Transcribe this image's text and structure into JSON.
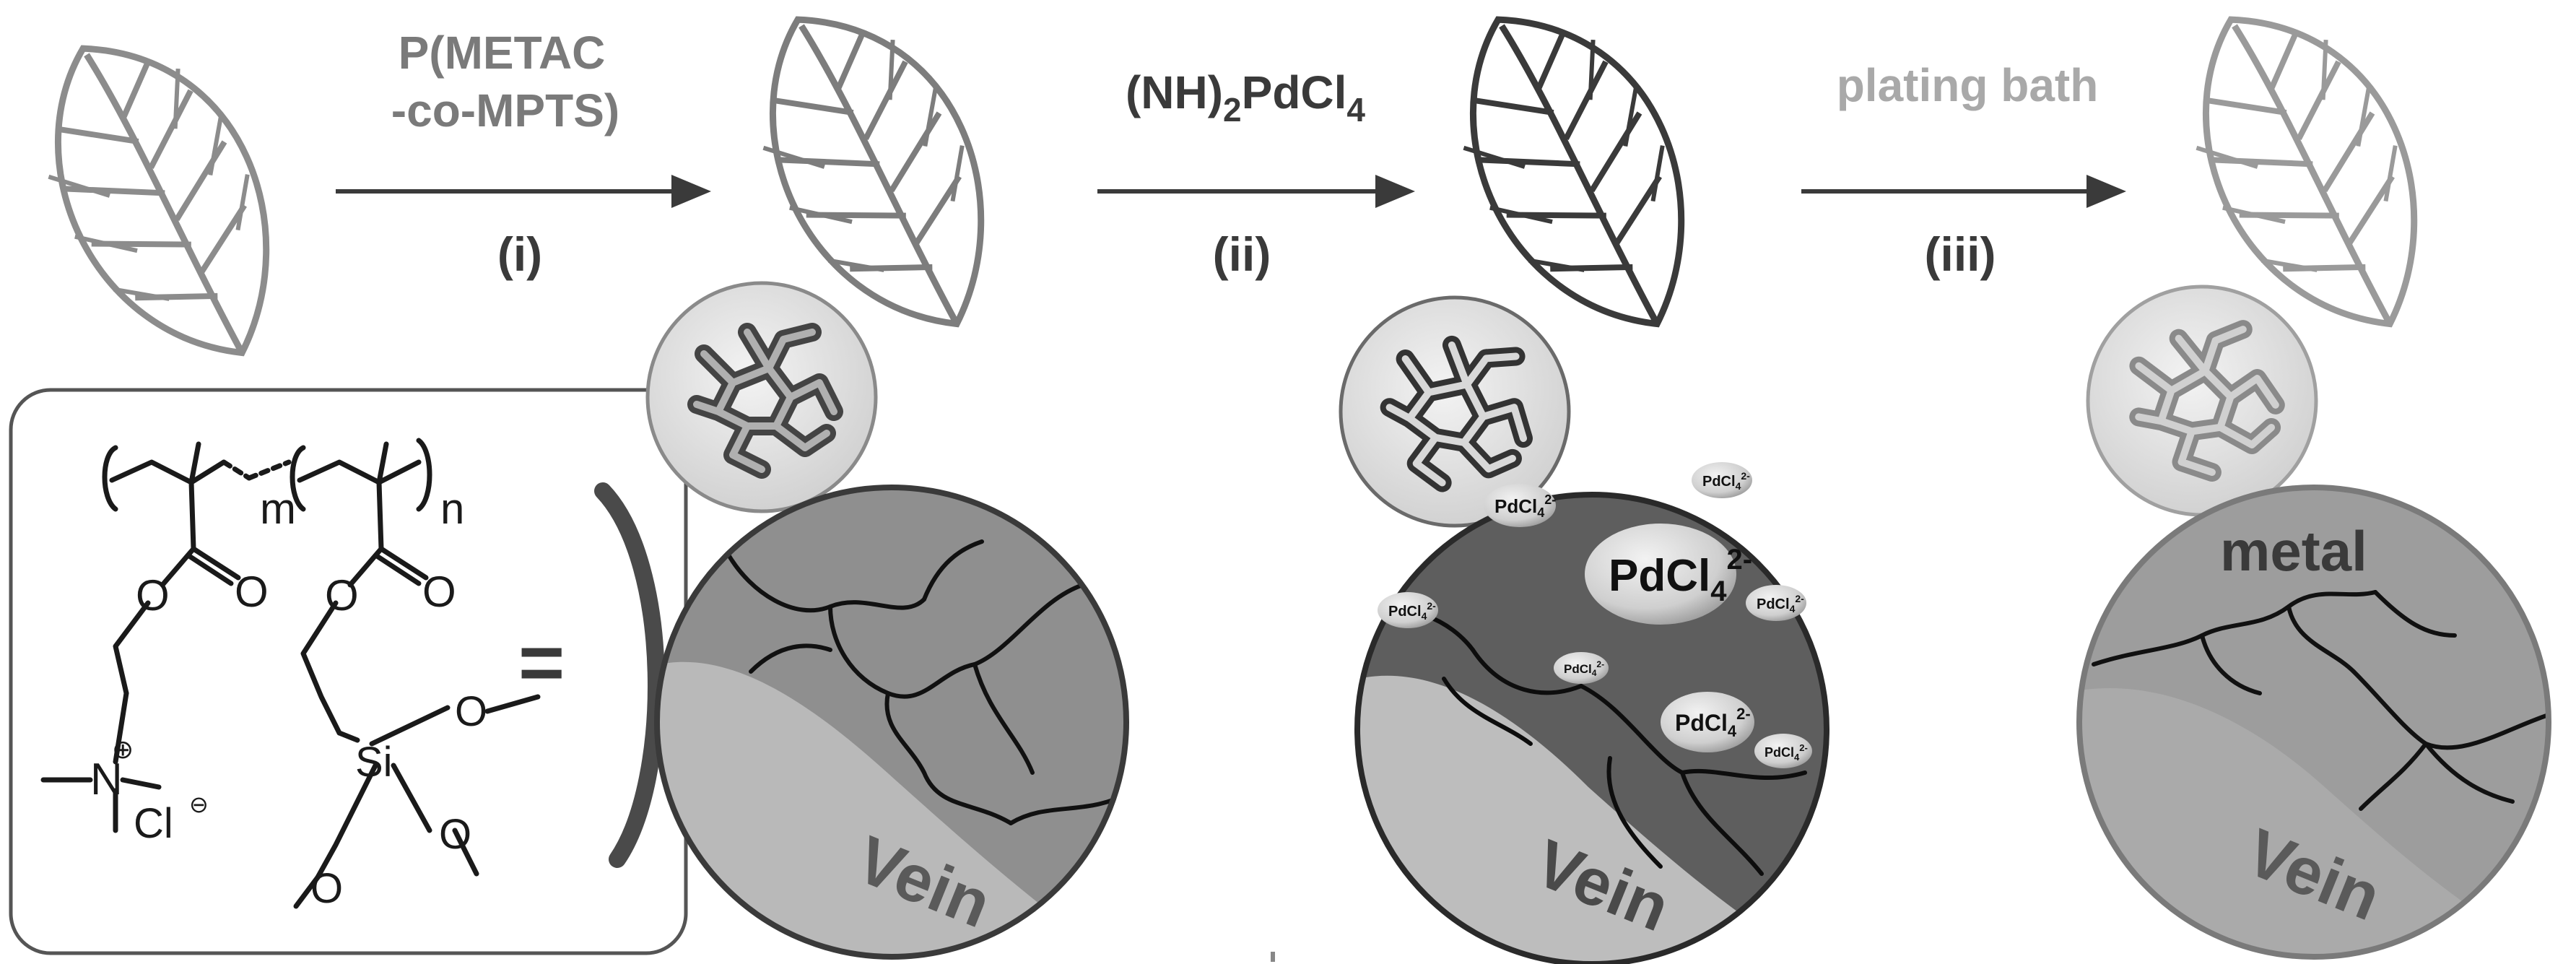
{
  "steps": [
    {
      "reagent_line1": "P(METAC",
      "reagent_line2": "-co-MPTS)",
      "label": "(i)"
    },
    {
      "reagent_main": "(NH)",
      "reagent_sub1": "2",
      "reagent_mid": "PdCl",
      "reagent_sub2": "4",
      "label": "(ii)"
    },
    {
      "reagent_line1": "plating bath",
      "label": "(iii)"
    }
  ],
  "vein_label": "Vein",
  "metal_label": "metal",
  "pd_ion": {
    "base": "PdCl",
    "sub": "4",
    "sup": "2-"
  },
  "structure": {
    "m": "m",
    "n": "n",
    "N": "N",
    "plus": "⊕",
    "Cl": "Cl",
    "minus": "⊖",
    "O": "O",
    "Si": "Si",
    "equals": "="
  },
  "colors": {
    "dark_ink": "#3a3a3a",
    "reagent_gray": "#7a7a7a",
    "light_gray": "#a9a9a9",
    "disc_dark": "#5a5a5a",
    "disc_mid": "#8d8d8d",
    "vein_fill": "#bdbdbd"
  }
}
